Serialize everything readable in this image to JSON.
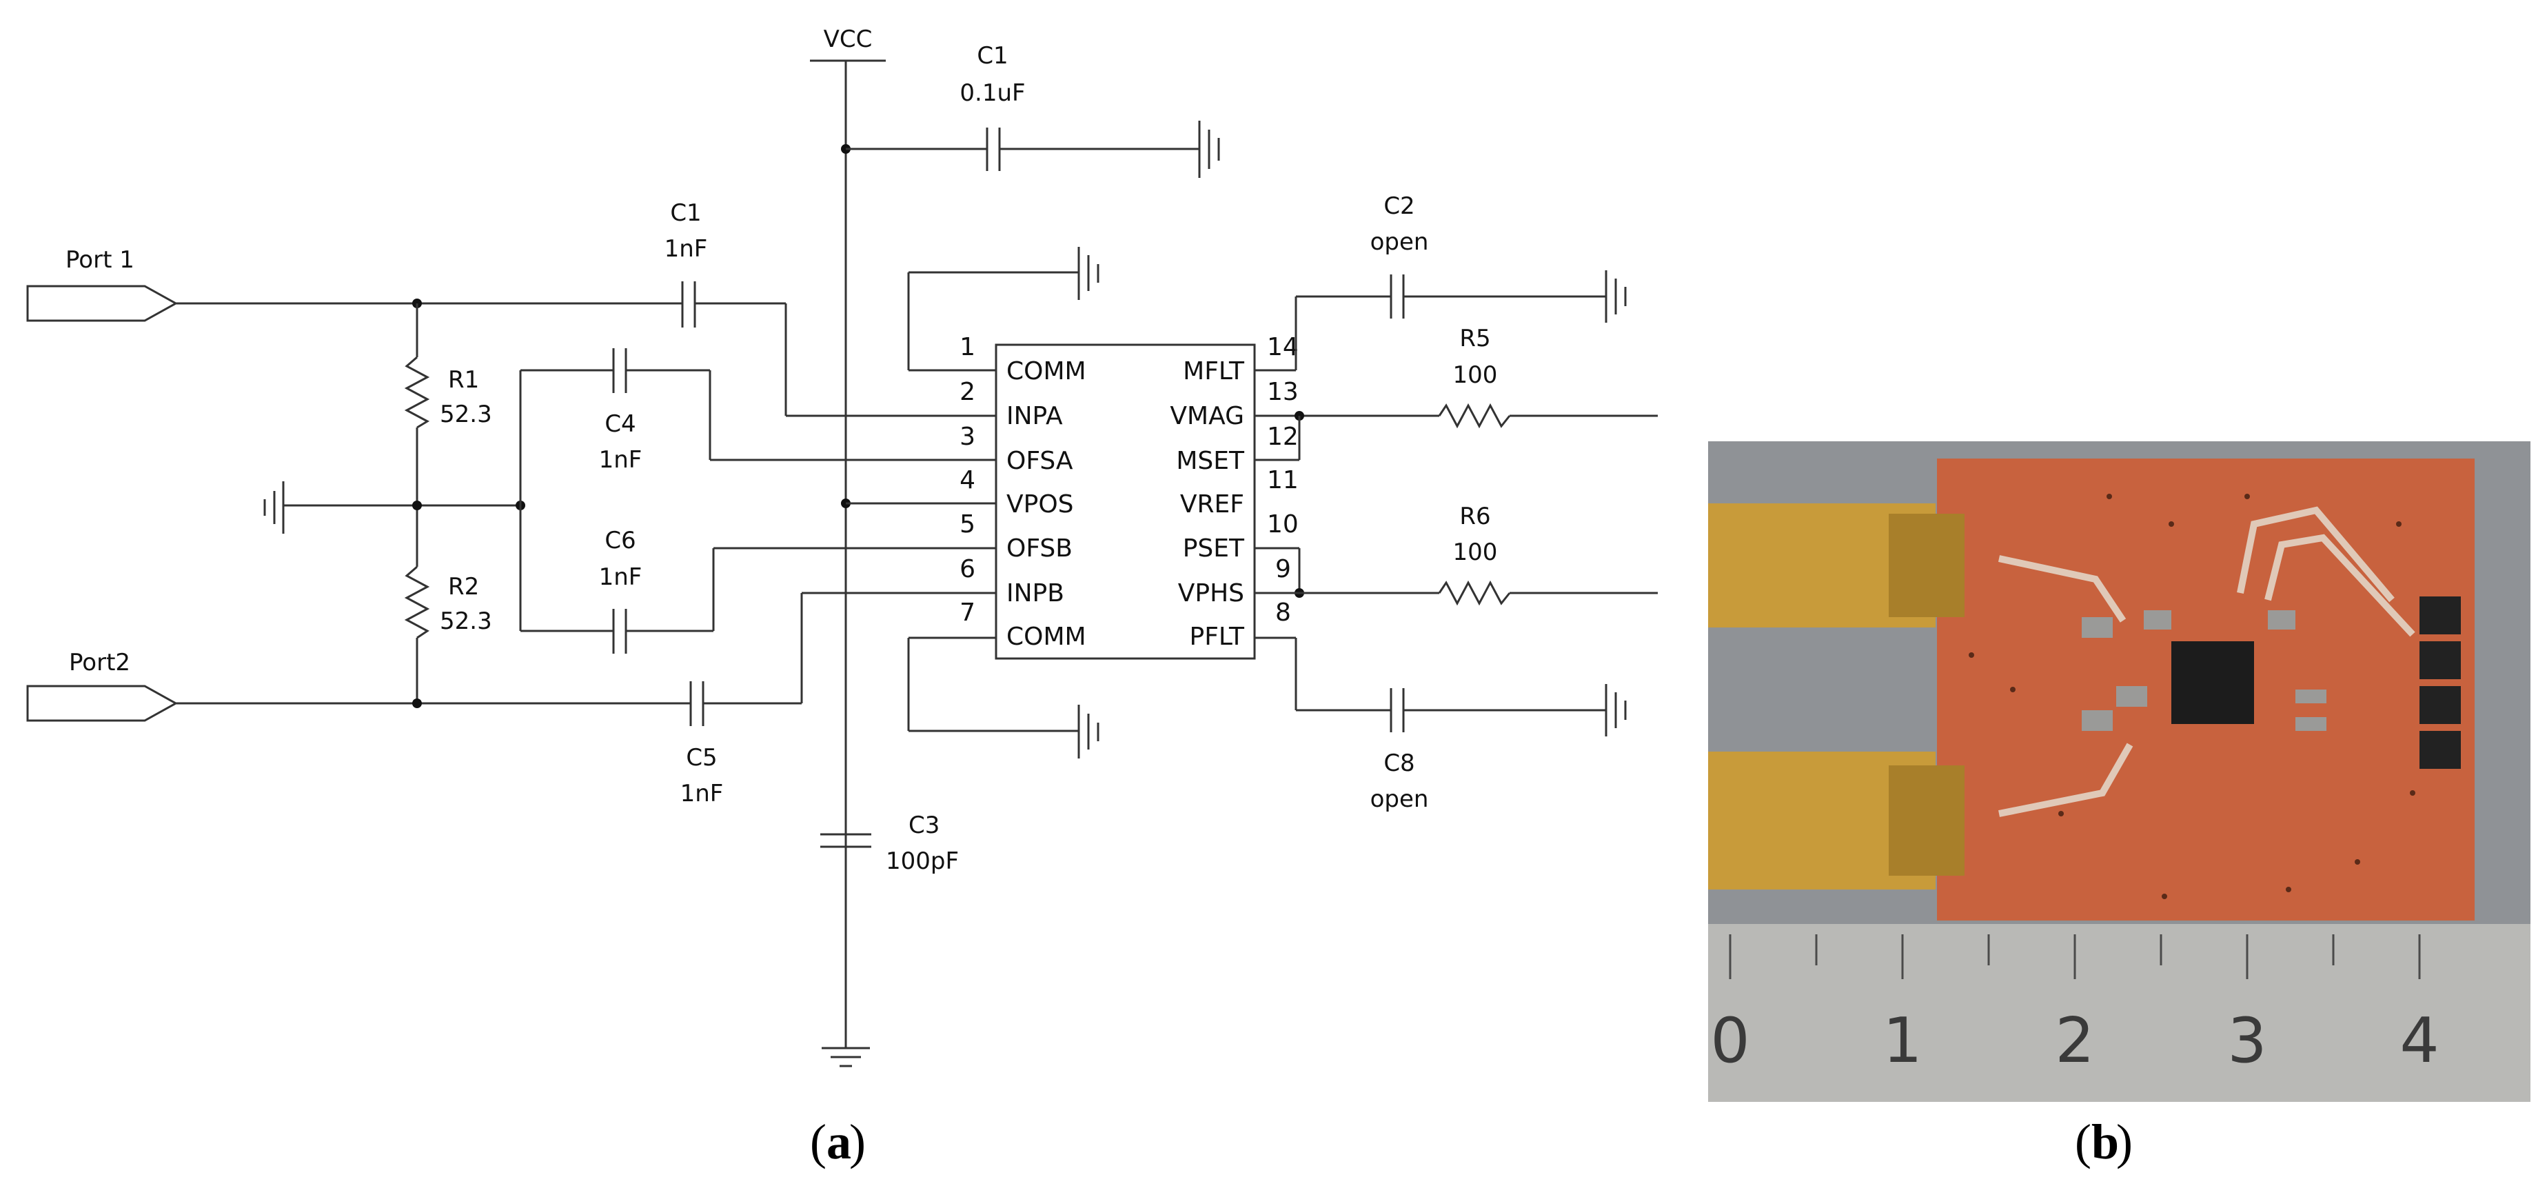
{
  "schematic": {
    "vcc": "VCC",
    "port1": "Port 1",
    "port2": "Port2",
    "c1_top": {
      "name": "C1",
      "value": "0.1uF"
    },
    "c1_in": {
      "name": "C1",
      "value": "1nF"
    },
    "c4": {
      "name": "C4",
      "value": "1nF"
    },
    "c6": {
      "name": "C6",
      "value": "1nF"
    },
    "c5": {
      "name": "C5",
      "value": "1nF"
    },
    "c3": {
      "name": "C3",
      "value": "100pF"
    },
    "r1": {
      "name": "R1",
      "value": "52.3"
    },
    "r2": {
      "name": "R2",
      "value": "52.3"
    },
    "c2": {
      "name": "C2",
      "value": "open"
    },
    "c8": {
      "name": "C8",
      "value": "open"
    },
    "r5": {
      "name": "R5",
      "value": "100"
    },
    "r6": {
      "name": "R6",
      "value": "100"
    },
    "left_pins": [
      {
        "num": "1",
        "name": "COMM"
      },
      {
        "num": "2",
        "name": "INPA"
      },
      {
        "num": "3",
        "name": "OFSA"
      },
      {
        "num": "4",
        "name": "VPOS"
      },
      {
        "num": "5",
        "name": "OFSB"
      },
      {
        "num": "6",
        "name": "INPB"
      },
      {
        "num": "7",
        "name": "COMM"
      }
    ],
    "right_pins": [
      {
        "num": "14",
        "name": "MFLT"
      },
      {
        "num": "13",
        "name": "VMAG"
      },
      {
        "num": "12",
        "name": "MSET"
      },
      {
        "num": "11",
        "name": "VREF"
      },
      {
        "num": "10",
        "name": "PSET"
      },
      {
        "num": "9",
        "name": "VPHS"
      },
      {
        "num": "8",
        "name": "PFLT"
      }
    ]
  },
  "photo": {
    "ruler_ticks": [
      "0",
      "1",
      "2",
      "3",
      "4"
    ]
  },
  "captions": {
    "a_open": "(",
    "a_letter": "a",
    "a_close": ")",
    "b_open": "(",
    "b_letter": "b",
    "b_close": ")"
  },
  "colors": {
    "pcb": "#c8623e",
    "connector": "#c89b3a",
    "ruler": "#b9b9b6",
    "photo_bg": "#8f9296"
  }
}
